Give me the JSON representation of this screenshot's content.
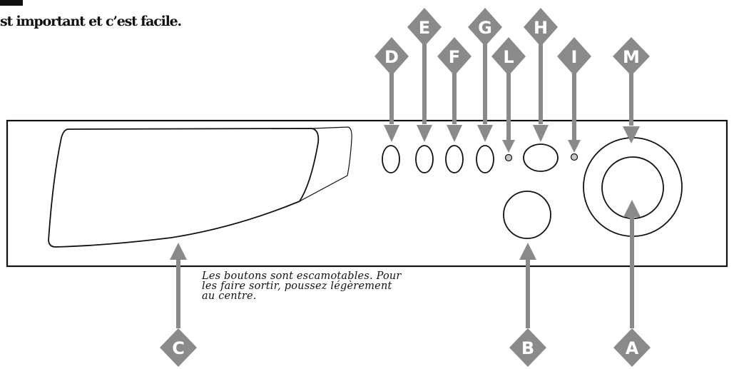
{
  "header": {
    "text": "st important et c’est facile."
  },
  "note": {
    "lines": [
      "Les boutons sont escamotables. Pour",
      "les faire sortir, poussez légèrement",
      "au centre."
    ]
  },
  "callouts": {
    "A": "A",
    "B": "B",
    "C": "C",
    "D": "D",
    "E": "E",
    "F": "F",
    "G": "G",
    "H": "H",
    "I": "I",
    "L": "L",
    "M": "M"
  },
  "colors": {
    "callout_fill": "#8a8a8a",
    "callout_text": "#ffffff",
    "outline": "#111111"
  }
}
